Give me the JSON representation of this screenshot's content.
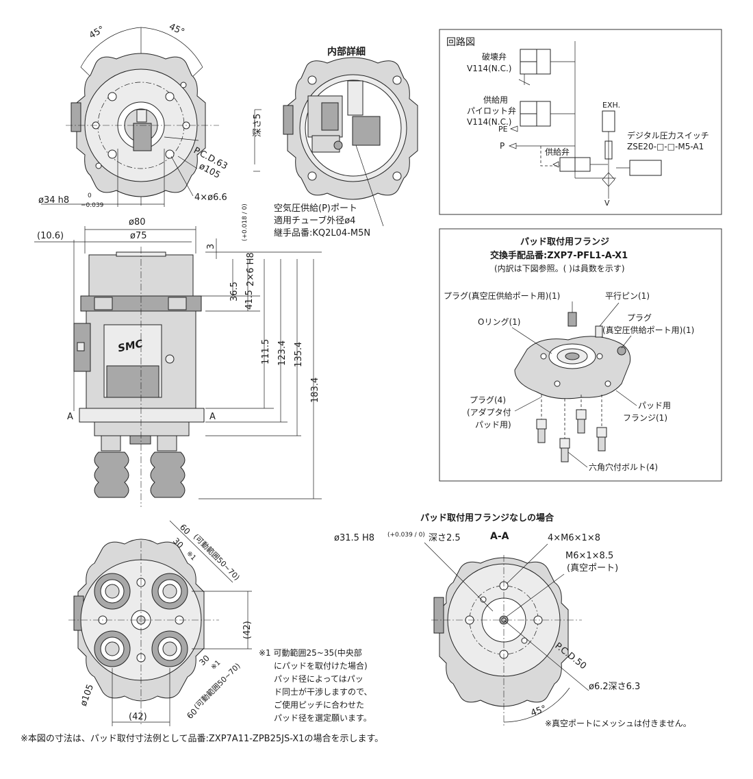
{
  "top_view": {
    "ang_left": "45°",
    "ang_right": "45°",
    "pcd": "P.C.D.63",
    "dia105": "ø105",
    "holes": "4×ø6.6",
    "bore": "ø34 h8",
    "bore_tol_top": "0",
    "bore_tol_bot": "−0.039",
    "pin_depth": "深さ5",
    "pin_hole": "2×6 H8",
    "pin_tol": "(+0.018 / 0)"
  },
  "detail": {
    "title": "内部詳細",
    "note1": "空気圧供給(P)ポート",
    "note2": "適用チューブ外径ø4",
    "note3": "継手品番:KQ2L04-M5N"
  },
  "side_view": {
    "d10_6": "(10.6)",
    "d80": "ø80",
    "d75": "ø75",
    "d3": "3",
    "d36_5": "36.5",
    "d41_5": "41.5",
    "d111_5": "111.5",
    "d123_4": "123.4",
    "d135_4": "135.4",
    "d183_4": "183.4",
    "sec_a_left": "A",
    "sec_a_right": "A",
    "logo": "SMC"
  },
  "bottom_view": {
    "d60": "60",
    "d60_note": "(可動範囲50~70)",
    "d30": "30",
    "star1": "※1",
    "d42_right": "(42)",
    "d42_bottom": "(42)",
    "d105": "ø105"
  },
  "footnote1": [
    "※1 可動範囲25~35(中央部",
    "にパッドを取付けた場合)",
    "パッド径によってはパッ",
    "ド同士が干渉しますので、",
    "ご使用ピッチに合わせた",
    "パッド径を選定願います。"
  ],
  "footnote_main": "※本図の寸法は、パッド取付寸法例として品番:ZXP7A11-ZPB25JS-X1の場合を示します。",
  "circuit": {
    "title": "回路図",
    "break_valve": "破壊弁",
    "break_valve_model": "V114(N.C.)",
    "pilot_supply": "供給用",
    "pilot_valve": "パイロット弁",
    "pilot_valve_model": "V114(N.C.)",
    "pe": "PE",
    "p": "P",
    "supply_valve": "供給弁",
    "exh": "EXH.",
    "switch": "デジタル圧力スイッチ",
    "switch_model": "ZSE20-□-□-M5-A1",
    "v": "V"
  },
  "flange": {
    "title": "パッド取付用フランジ",
    "part": "交換手配品番:ZXP7-PFL1-A-X1",
    "sub": "(内訳は下図参照。( )は員数を示す)",
    "plug_vac1": "プラグ(真空圧供給ポート用)(1)",
    "pin": "平行ピン(1)",
    "oring": "Oリング(1)",
    "plug2_a": "プラグ",
    "plug2_b": "(真空圧供給ポート用)(1)",
    "plug4_a": "プラグ(4)",
    "plug4_b": "(アダプタ付",
    "plug4_c": "パッド用)",
    "pad_fl_a": "パッド用",
    "pad_fl_b": "フランジ(1)",
    "bolt": "六角穴付ボルト(4)"
  },
  "section_aa": {
    "heading": "パッド取付用フランジなしの場合",
    "label": "A-A",
    "bore": "ø31.5 H8",
    "bore_tol": "(+0.039 / 0)",
    "bore_depth": "深さ2.5",
    "m6a": "4×M6×1×8",
    "m6b": "M6×1×8.5",
    "m6b_note": "(真空ポート)",
    "pcd": "P.C.D.50",
    "hole": "ø6.2深さ6.3",
    "angle": "45°",
    "mesh_note": "※真空ポートにメッシュは付きません。"
  }
}
